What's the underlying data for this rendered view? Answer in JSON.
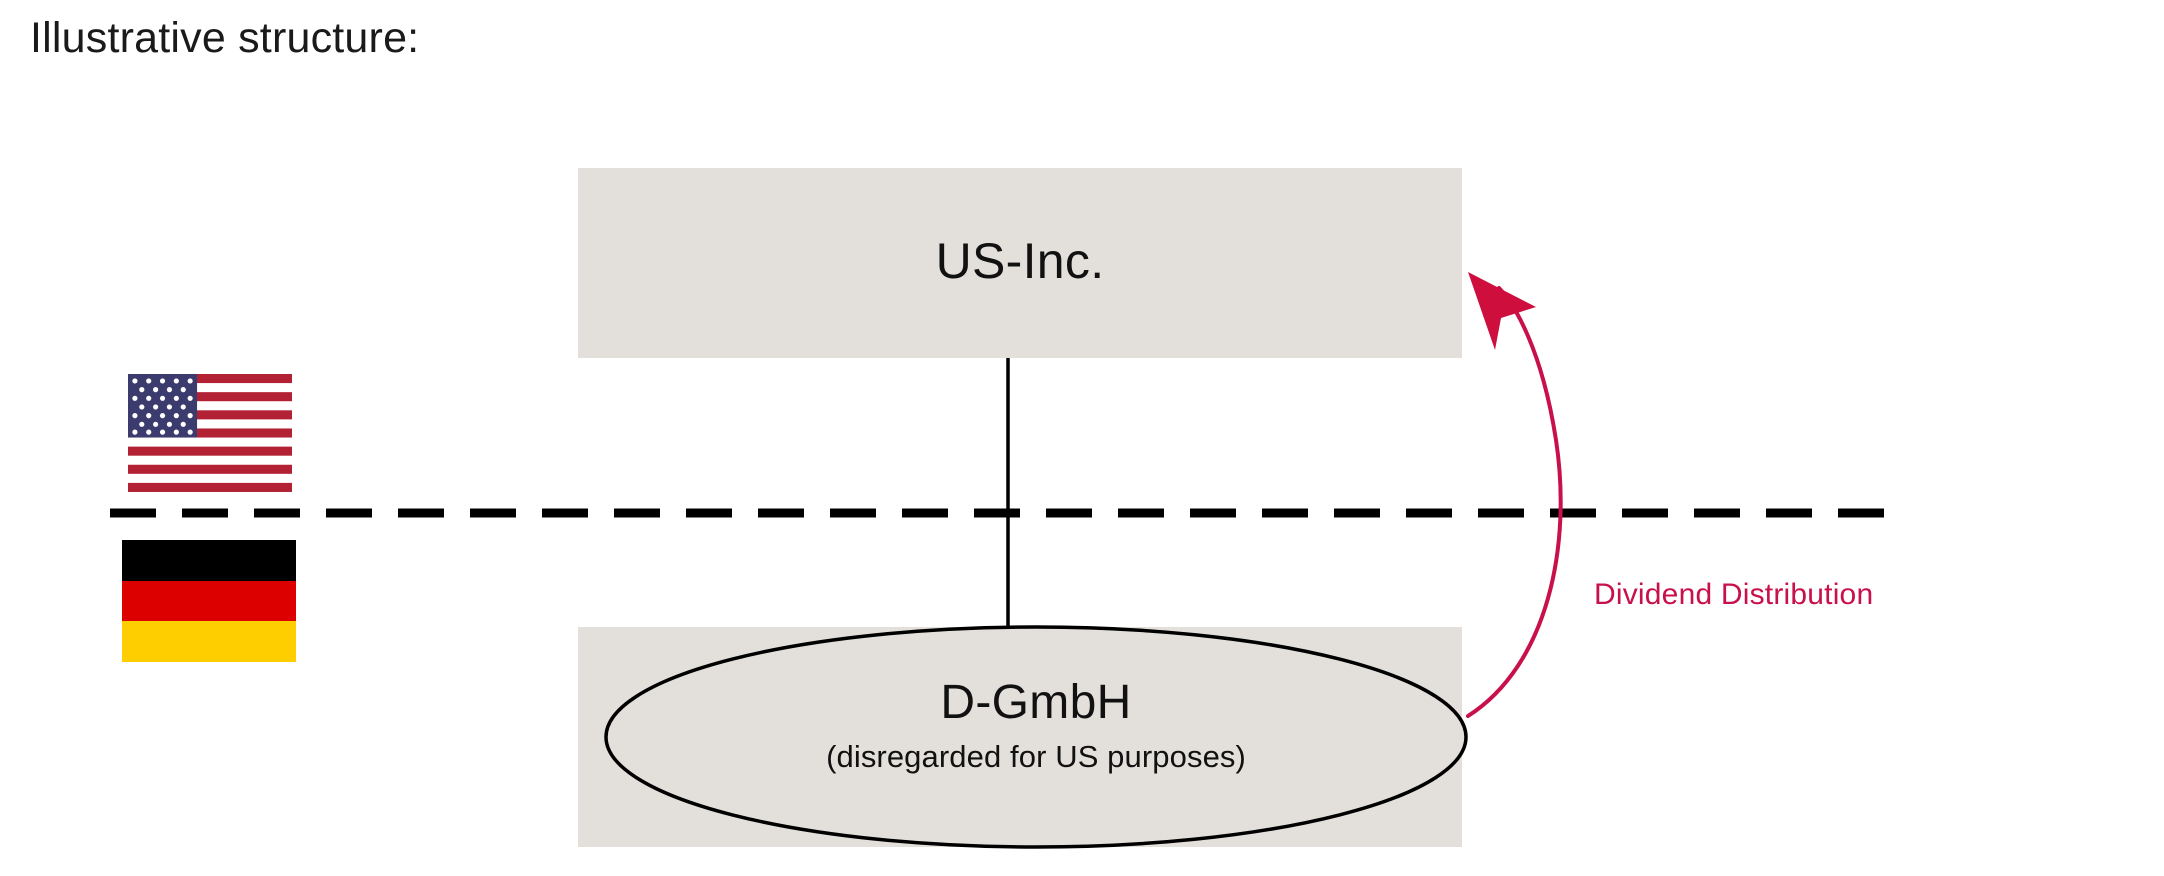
{
  "page": {
    "title": "Illustrative structure:",
    "background_color": "#FFFFFF"
  },
  "diagram": {
    "box_fill_color": "#E3E0DB",
    "line_color": "#000000",
    "accent_color": "#C8104B",
    "entities": [
      {
        "id": "us-inc",
        "name": "US-Inc.",
        "jurisdiction": "United States",
        "shape": "rectangle"
      },
      {
        "id": "d-gmbh",
        "name": "D-GmbH",
        "note": "(disregarded for US purposes)",
        "jurisdiction": "Germany",
        "shape": "rectangle-with-ellipse"
      }
    ],
    "connectors": [
      {
        "id": "ownership",
        "from": "us-inc",
        "to": "d-gmbh",
        "style": "solid-vertical",
        "label": ""
      },
      {
        "id": "dividend",
        "from": "d-gmbh",
        "to": "us-inc",
        "style": "curved-arrow",
        "label": "Dividend Distribution",
        "color": "#C8104B"
      }
    ],
    "border_line": {
      "id": "country-border",
      "style": "dashed",
      "orientation": "horizontal",
      "above_label": "United States",
      "below_label": "Germany"
    },
    "flags": [
      {
        "id": "flag-us",
        "country": "United States",
        "icon": "us-flag-icon"
      },
      {
        "id": "flag-de",
        "country": "Germany",
        "icon": "germany-flag-icon",
        "colors": [
          "#000000",
          "#DD0000",
          "#FFCE00"
        ]
      }
    ]
  }
}
